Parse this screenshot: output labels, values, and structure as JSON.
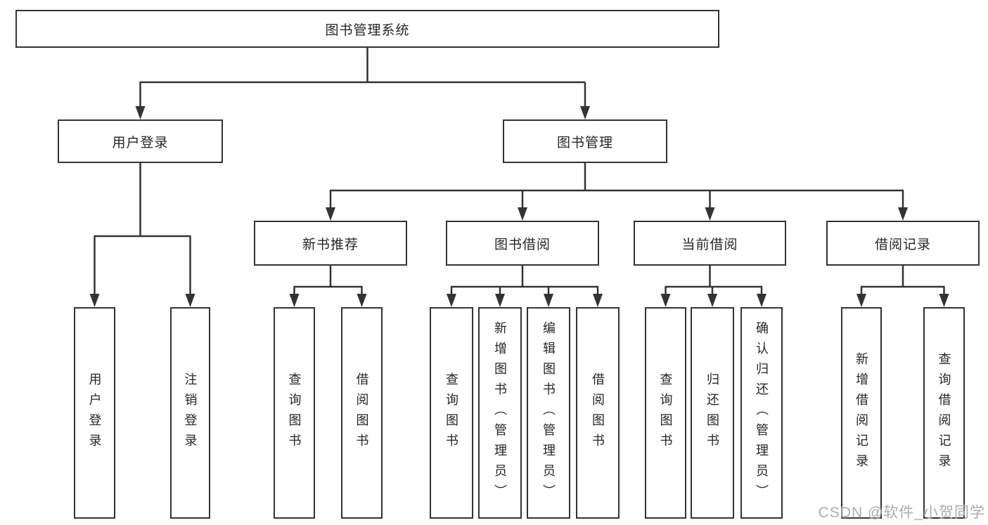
{
  "diagram": {
    "root": {
      "label": "图书管理系统"
    },
    "branches": [
      {
        "label": "用户登录",
        "children": [
          {
            "label": "用户登录"
          },
          {
            "label": "注销登录"
          }
        ]
      },
      {
        "label": "图书管理",
        "groups": [
          {
            "label": "新书推荐",
            "children": [
              {
                "label": "查询图书"
              },
              {
                "label": "借阅图书"
              }
            ]
          },
          {
            "label": "图书借阅",
            "children": [
              {
                "label": "查询图书"
              },
              {
                "label": "新增图书（管理员）"
              },
              {
                "label": "编辑图书（管理员）"
              },
              {
                "label": "借阅图书"
              }
            ]
          },
          {
            "label": "当前借阅",
            "children": [
              {
                "label": "查询图书"
              },
              {
                "label": "归还图书"
              },
              {
                "label": "确认归还（管理员）"
              }
            ]
          },
          {
            "label": "借阅记录",
            "children": [
              {
                "label": "新增借阅记录"
              },
              {
                "label": "查询借阅记录"
              }
            ]
          }
        ]
      }
    ]
  },
  "watermark": {
    "text": "CSDN @软件_小贺同学"
  },
  "colors": {
    "line": "#333333",
    "text": "#262626",
    "background": "#ffffff",
    "watermark": "#a8a8a8"
  }
}
